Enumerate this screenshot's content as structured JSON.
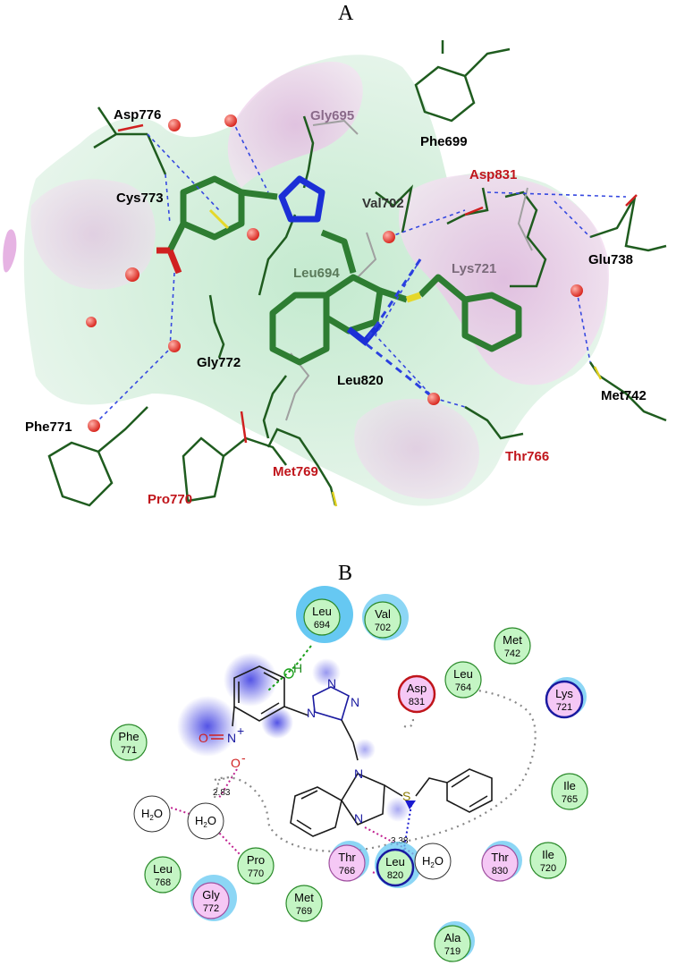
{
  "panel_a": {
    "title": "A",
    "labels": [
      {
        "id": "asp776",
        "text": "Asp776",
        "color": "#000000"
      },
      {
        "id": "gly695",
        "text": "Gly695",
        "color": "#8a6a8a"
      },
      {
        "id": "phe699",
        "text": "Phe699",
        "color": "#000000"
      },
      {
        "id": "asp831",
        "text": "Asp831",
        "color": "#c0151b"
      },
      {
        "id": "cys773",
        "text": "Cys773",
        "color": "#000000"
      },
      {
        "id": "val702",
        "text": "Val702",
        "color": "#333333"
      },
      {
        "id": "glu738",
        "text": "Glu738",
        "color": "#000000"
      },
      {
        "id": "leu694",
        "text": "Leu694",
        "color": "#5a7a5a"
      },
      {
        "id": "lys721",
        "text": "Lys721",
        "color": "#7a6a7a"
      },
      {
        "id": "gly772",
        "text": "Gly772",
        "color": "#000000"
      },
      {
        "id": "leu820",
        "text": "Leu820",
        "color": "#000000"
      },
      {
        "id": "met742",
        "text": "Met742",
        "color": "#000000"
      },
      {
        "id": "phe771",
        "text": "Phe771",
        "color": "#000000"
      },
      {
        "id": "thr766",
        "text": "Thr766",
        "color": "#c0151b"
      },
      {
        "id": "met769",
        "text": "Met769",
        "color": "#c0151b"
      },
      {
        "id": "pro770",
        "text": "Pro770",
        "color": "#c0151b"
      }
    ]
  },
  "panel_b": {
    "title": "B",
    "residues": [
      {
        "id": "leu694",
        "name": "Leu",
        "num": "694",
        "type": "hydrophobic",
        "exposure": "high"
      },
      {
        "id": "val702",
        "name": "Val",
        "num": "702",
        "type": "hydrophobic",
        "exposure": "medium"
      },
      {
        "id": "met742",
        "name": "Met",
        "num": "742",
        "type": "hydrophobic",
        "exposure": "none"
      },
      {
        "id": "leu764",
        "name": "Leu",
        "num": "764",
        "type": "hydrophobic",
        "exposure": "none"
      },
      {
        "id": "asp831",
        "name": "Asp",
        "num": "831",
        "type": "acidic",
        "exposure": "none"
      },
      {
        "id": "lys721",
        "name": "Lys",
        "num": "721",
        "type": "basic",
        "exposure": "low"
      },
      {
        "id": "phe771",
        "name": "Phe",
        "num": "771",
        "type": "hydrophobic",
        "exposure": "none"
      },
      {
        "id": "ile765",
        "name": "Ile",
        "num": "765",
        "type": "hydrophobic",
        "exposure": "none"
      },
      {
        "id": "leu768",
        "name": "Leu",
        "num": "768",
        "type": "hydrophobic",
        "exposure": "none"
      },
      {
        "id": "gly772",
        "name": "Gly",
        "num": "772",
        "type": "polar",
        "exposure": "medium"
      },
      {
        "id": "pro770",
        "name": "Pro",
        "num": "770",
        "type": "hydrophobic",
        "exposure": "none"
      },
      {
        "id": "met769",
        "name": "Met",
        "num": "769",
        "type": "hydrophobic",
        "exposure": "none"
      },
      {
        "id": "thr766",
        "name": "Thr",
        "num": "766",
        "type": "polar",
        "exposure": "low"
      },
      {
        "id": "leu820",
        "name": "Leu",
        "num": "820",
        "type": "hydrophobic",
        "exposure": "medium"
      },
      {
        "id": "thr830",
        "name": "Thr",
        "num": "830",
        "type": "polar",
        "exposure": "low"
      },
      {
        "id": "ile720",
        "name": "Ile",
        "num": "720",
        "type": "hydrophobic",
        "exposure": "none"
      },
      {
        "id": "ala719",
        "name": "Ala",
        "num": "719",
        "type": "hydrophobic",
        "exposure": "low"
      }
    ],
    "waters": [
      {
        "id": "water1",
        "label": "H",
        "sub": "2",
        "tail": "O"
      },
      {
        "id": "water2",
        "label": "H",
        "sub": "2",
        "tail": "O"
      },
      {
        "id": "water3",
        "label": "H",
        "sub": "2",
        "tail": "O"
      }
    ],
    "distances": [
      {
        "id": "d1",
        "text": "2.83"
      },
      {
        "id": "d2",
        "text": "3.38"
      }
    ],
    "atoms": {
      "nitro_n": "N",
      "nitro_plus": "+",
      "nitro_o1": "O",
      "nitro_o2": "O",
      "nitro_minus": "-",
      "triazole_n1": "N",
      "triazole_n2": "N",
      "triazole_n3": "N",
      "benz_n1": "N",
      "benz_n3": "N",
      "sulfur": "S",
      "h_label": "H"
    },
    "colors": {
      "hydrophobic_fill": "#c4f5c4",
      "polar_fill": "#f5c8f5",
      "acidic_stroke": "#c0151b",
      "basic_stroke": "#1a1aa0",
      "exposure": "#66c8f2",
      "hbond_side": "#3030d0",
      "hbond_back": "#c02090"
    }
  }
}
